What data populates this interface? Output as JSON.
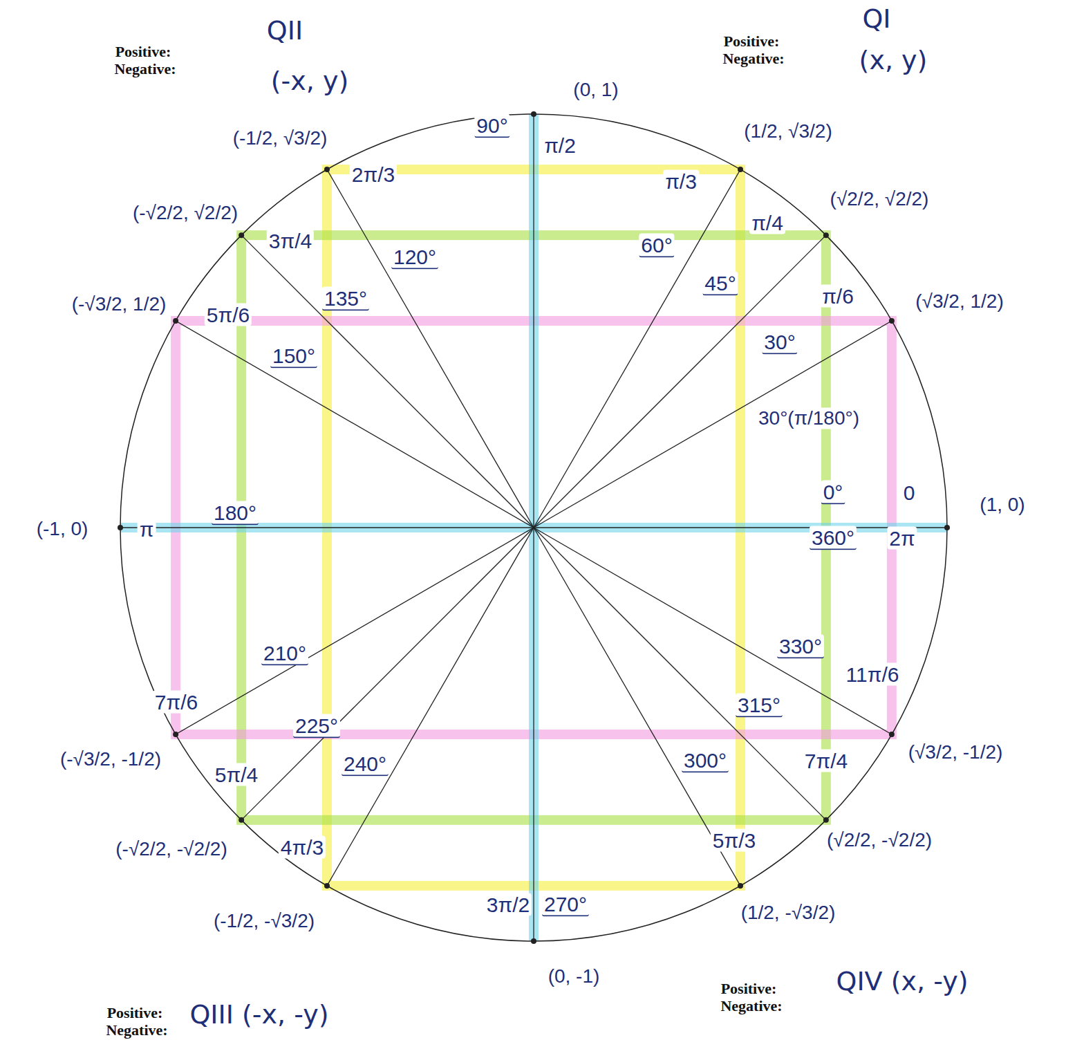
{
  "diagram": {
    "labels": [
      "Positive:",
      "Negative:",
      "QII",
      "(-x, y)",
      "Positive:",
      "Negative:",
      "QI",
      "(x, y)",
      "(0, 1)",
      "90°",
      "π/2",
      "(1/2, √3/2)",
      "π/3",
      "60°",
      "(√2/2, √2/2)",
      "π/4",
      "45°",
      "(√3/2, 1/2)",
      "π/6",
      "30°",
      "30°(π/180°)",
      "(1, 0)",
      "0°",
      "0",
      "360°",
      "2π",
      "330°",
      "11π/6",
      "(√3/2, -1/2)",
      "315°",
      "7π/4",
      "(√2/2, -√2/2)",
      "300°",
      "5π/3",
      "(1/2, -√3/2)",
      "3π/2",
      "270°",
      "(0, -1)",
      "240°",
      "4π/3",
      "(-1/2, -√3/2)",
      "225°",
      "5π/4",
      "(-√2/2, -√2/2)",
      "210°",
      "7π/6",
      "(-√3/2, -1/2)",
      "(-1, 0)",
      "π",
      "180°",
      "150°",
      "5π/6",
      "(-√3/2, 1/2)",
      "135°",
      "3π/4",
      "(-√2/2, √2/2)",
      "120°",
      "2π/3",
      "(-1/2, √3/2)",
      "Positive:",
      "Negative:",
      "QIII (-x, -y)",
      "Positive:",
      "Negative:",
      "QIV (x, -y)"
    ]
  }
}
